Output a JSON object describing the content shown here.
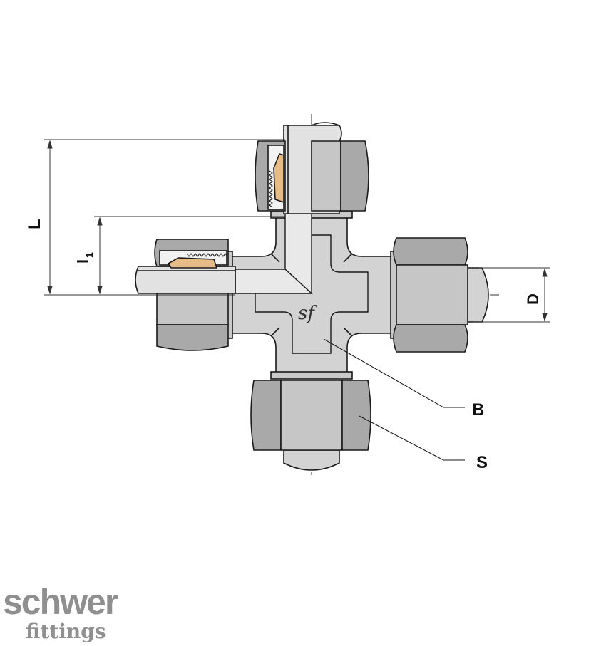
{
  "labels": {
    "L": "L",
    "l1_main": "l",
    "l1_sub": "1",
    "D": "D",
    "B": "B",
    "S": "S",
    "body_mark": "sf"
  },
  "logo": {
    "line1": "schwer",
    "line2": "fittings"
  },
  "colors": {
    "body_fill": "#d3d3d3",
    "nut_fill": "#a9a9a9",
    "nut_face": "#c6c6c6",
    "ring_fill": "#e6bb86",
    "line": "#1a1a1a",
    "logo": "#8f8f8f"
  }
}
